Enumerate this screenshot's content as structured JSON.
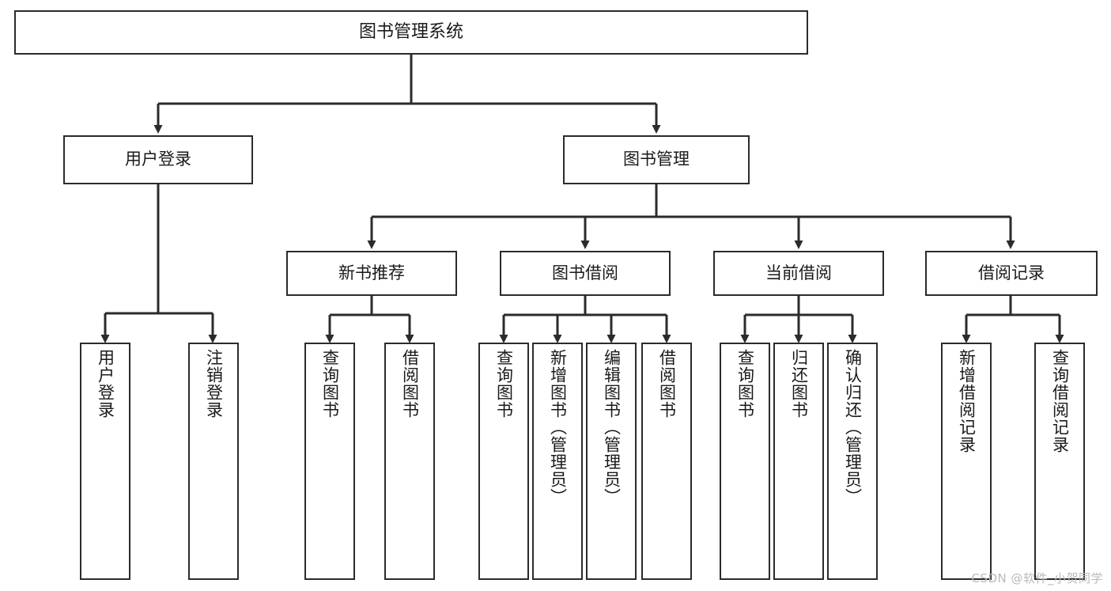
{
  "diagram": {
    "title": "图书管理系统",
    "watermark": "CSDN @软件_小贺同学",
    "colors": {
      "background": "#ffffff",
      "node_border": "#2b2b2b",
      "node_fill": "#ffffff",
      "connector": "#2b2b2b",
      "text": "#1a1a1a",
      "watermark": "#b9b9b9"
    },
    "nodes": {
      "root": "图书管理系统",
      "level2": {
        "user_login": "用户登录",
        "book_manage": "图书管理"
      },
      "level3": {
        "new_book_recommend": "新书推荐",
        "book_borrow": "图书借阅",
        "current_borrow": "当前借阅",
        "borrow_record": "借阅记录"
      },
      "leaves": {
        "user_login_leaf": "用户登录",
        "logout_leaf": "注销登录",
        "query_book_rec": "查询图书",
        "borrow_book_rec": "借阅图书",
        "query_book_borrow": "查询图书",
        "add_book_admin": "新增图书（管理员）",
        "edit_book_admin": "编辑图书（管理员）",
        "borrow_book": "借阅图书",
        "query_book_current": "查询图书",
        "return_book": "归还图书",
        "confirm_return_admin": "确认归还（管理员）",
        "add_borrow_record": "新增借阅记录",
        "query_borrow_record": "查询借阅记录"
      }
    }
  }
}
